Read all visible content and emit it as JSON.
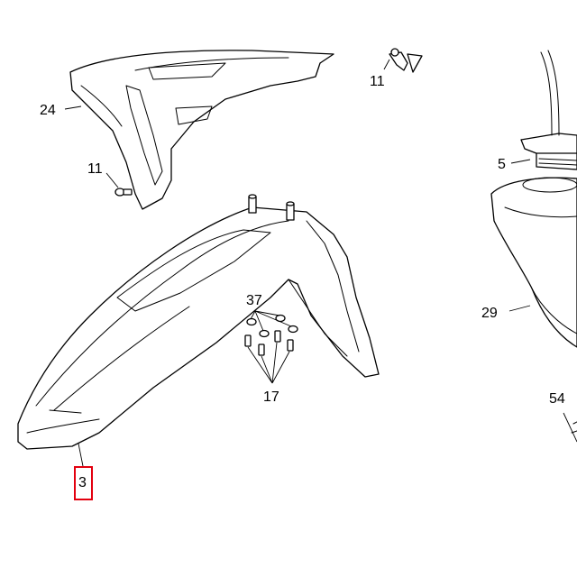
{
  "highlight_color": "#e3000f",
  "callouts": {
    "c24": "24",
    "c11_top": "11",
    "c11_mid": "11",
    "c5": "5",
    "c29": "29",
    "c37": "37",
    "c17": "17",
    "c54": "54",
    "c3": "3"
  },
  "highlighted_part": "3"
}
